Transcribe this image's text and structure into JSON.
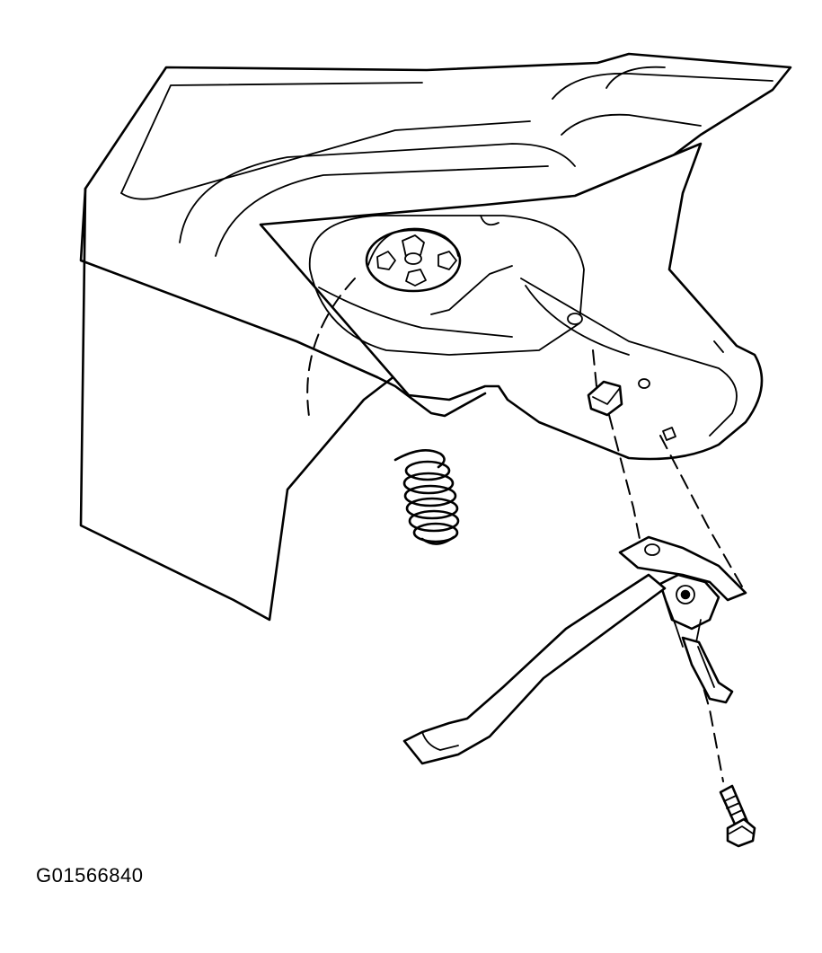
{
  "figure": {
    "id_label": "G01566840"
  },
  "colors": {
    "line": "#000000",
    "background": "#ffffff"
  },
  "parts": [
    "rear-panel-skin",
    "spare-tire-well",
    "wheel-hub",
    "jack-bracket",
    "jack-retaining-spring",
    "scissor-jack",
    "jack-handle-lever",
    "mounting-bolt"
  ]
}
